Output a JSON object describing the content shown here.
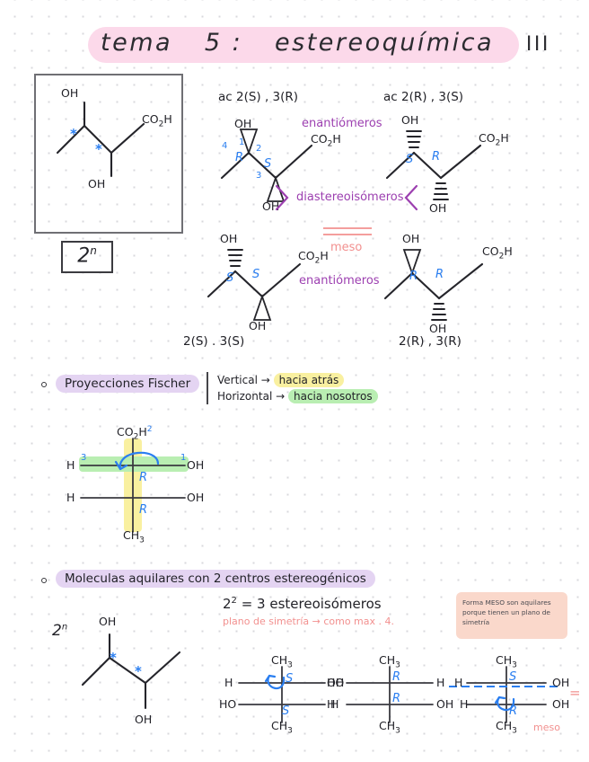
{
  "page": {
    "title_part1": "tema",
    "title_number": "5",
    "title_colon": ":",
    "title_part2": "estereoquímica",
    "title_roman": "III"
  },
  "boxed_structure": {
    "label_oh_top": "OH",
    "label_oh_bottom": "OH",
    "label_co2h": "CO",
    "label_co2h_sub": "2",
    "label_co2h_h": "H",
    "stereocenter_marker": "*",
    "formula_box": "2",
    "formula_box_exp": "n"
  },
  "stereoisomers": {
    "top_left": {
      "header": "ac  2(S) , 3(R)",
      "oh_top": "OH",
      "oh_bottom": "OH",
      "co2h": "CO",
      "co2h_sub": "2",
      "co2h_h": "H",
      "num_1": "1",
      "num_2": "2",
      "num_3": "3",
      "num_4": "4",
      "cfg_left": "R",
      "cfg_right": "S"
    },
    "top_right": {
      "header": "ac  2(R) , 3(S)",
      "oh_top": "OH",
      "oh_bottom": "OH",
      "co2h": "CO",
      "co2h_sub": "2",
      "co2h_h": "H",
      "cfg_left": "S",
      "cfg_right": "R"
    },
    "bottom_left": {
      "footer": "2(S) . 3(S)",
      "oh_top": "OH",
      "oh_bottom": "OH",
      "co2h": "CO",
      "co2h_sub": "2",
      "co2h_h": "H",
      "cfg_left": "S",
      "cfg_right": "S"
    },
    "bottom_right": {
      "footer": "2(R) , 3(R)",
      "oh_top": "OH",
      "oh_bottom": "OH",
      "co2h": "CO",
      "co2h_sub": "2",
      "co2h_h": "H",
      "cfg_left": "R",
      "cfg_right": "R"
    },
    "relations": {
      "top": "enantiómeros",
      "middle": "diastereoisómeros",
      "bottom": "enantiómeros",
      "meso": "meso"
    }
  },
  "section_fischer": {
    "bullet": "o",
    "heading": "Proyecciones   Fischer",
    "rule_vertical_label": "Vertical",
    "rule_vertical_arrow": "→",
    "rule_vertical_value": "hacia  atrás",
    "rule_horizontal_label": "Horizontal",
    "rule_horizontal_arrow": "→",
    "rule_horizontal_value": "hacia  nosotros",
    "projection": {
      "top": "CO",
      "top_sub": "2",
      "top_h": "H",
      "top_num": "2",
      "left_upper": "H",
      "left_upper_num": "3",
      "right_upper": "OH",
      "right_upper_num": "1",
      "left_lower": "H",
      "right_lower": "OH",
      "bottom": "CH",
      "bottom_sub": "3",
      "cfg_upper": "R",
      "cfg_lower": "R"
    }
  },
  "section_chiral": {
    "bullet": "o",
    "heading": "Moleculas  aquilares  con  2  centros  estereogénicos",
    "power_label": "2",
    "power_exp": "n",
    "formula": "2",
    "formula_exp": "2",
    "formula_rest": "=  3  estereoisómeros",
    "note_pink": "plano  de  simetría  →  como  max . 4.",
    "meso_note": "Forma MESO son aquilares porque tienen un plano de simetría",
    "structure": {
      "oh_top": "OH",
      "oh_bottom": "OH",
      "marker": "*"
    },
    "fischer_1": {
      "top": "CH",
      "top_sub": "3",
      "left_upper": "H",
      "right_upper": "OH",
      "left_lower": "HO",
      "right_lower": "H",
      "bottom": "CH",
      "bottom_sub": "3",
      "cfg_upper": "S",
      "cfg_lower": "S"
    },
    "fischer_2": {
      "top": "CH",
      "top_sub": "3",
      "left_upper": "HO",
      "right_upper": "H",
      "left_lower": "H",
      "right_lower": "OH",
      "bottom": "CH",
      "bottom_sub": "3",
      "cfg_upper": "R",
      "cfg_lower": "R"
    },
    "fischer_3": {
      "top": "CH",
      "top_sub": "3",
      "left_upper": "H",
      "right_upper": "OH",
      "left_lower": "H",
      "right_lower": "OH",
      "bottom": "CH",
      "bottom_sub": "3",
      "cfg_upper": "S",
      "cfg_lower": "R",
      "meso_label": "meso",
      "equals": "="
    }
  },
  "colors": {
    "title_highlight": "#fcd9ea",
    "heading_highlight": "#e4d4f2",
    "yellow_highlight": "#f9f0a0",
    "green_highlight": "#b9eeb2",
    "blue_ink": "#2a7ef0",
    "purple_ink": "#9c3fb0",
    "pink_ink": "#f2908f",
    "note_box": "#fad8cb"
  }
}
